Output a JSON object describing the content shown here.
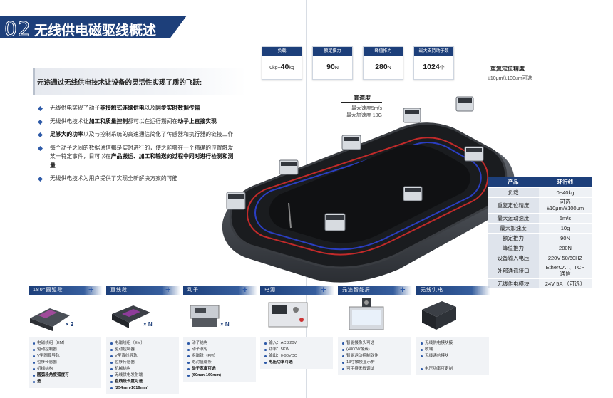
{
  "header": {
    "number": "02",
    "title": "无线供电磁驱线概述"
  },
  "intro": {
    "title": "元途通过无线供电技术让设备的灵活性实现了质的飞跃:",
    "bullets": [
      [
        {
          "t": "无线供电实现了动子"
        },
        {
          "t": "非接触式连续供电",
          "b": true
        },
        {
          "t": "以及"
        },
        {
          "t": "同步实时数据传输",
          "b": true
        }
      ],
      [
        {
          "t": "无线供电技术让"
        },
        {
          "t": "加工和质量控制",
          "b": true
        },
        {
          "t": "都可以在运行期间在"
        },
        {
          "t": "动子上直接实现",
          "b": true
        }
      ],
      [
        {
          "t": "足够大的功率",
          "b": true
        },
        {
          "t": "以及与控制系统的高速通信简化了传感器和执行器的链接工作"
        }
      ],
      [
        {
          "t": "每个动子之间的数据通信都是实时进行的，使之能够在一个精确的位置触发某一特定事件，目可以在"
        },
        {
          "t": "产品搬运、加工和输送的过程中同时进行检测和测量",
          "b": true
        }
      ],
      [
        {
          "t": "无线供电技术为用户提供了实现全新解决方案的可能"
        }
      ]
    ]
  },
  "cards": [
    {
      "label": "负载",
      "value": "0kg~",
      "value_b": "40",
      "unit": "kg"
    },
    {
      "label": "额定推力",
      "value": "",
      "value_b": "90",
      "unit": "N"
    },
    {
      "label": "峰值推力",
      "value": "",
      "value_b": "280",
      "unit": "N"
    },
    {
      "label": "最大支持动子数",
      "value": "",
      "value_b": "1024",
      "unit": "个"
    }
  ],
  "annotations": {
    "precision_title": "重复定位精度",
    "precision_value": "±10μm/±100um可选",
    "speed_title": "高速度",
    "speed_line1": "最大速度5m/s",
    "speed_line2": "最大加速度 10G"
  },
  "spec_table": {
    "head": [
      "产品",
      "环行线"
    ],
    "rows": [
      [
        "负载",
        "0~40kg"
      ],
      [
        "重复定位精度",
        "可选\n±10μm/±100μm"
      ],
      [
        "最大运动速度",
        "5m/s"
      ],
      [
        "最大加速度",
        "10g"
      ],
      [
        "额定推力",
        "90N"
      ],
      [
        "峰值推力",
        "280N"
      ],
      [
        "设备输入电压",
        "220V 50/60HZ"
      ],
      [
        "外部通讯接口",
        "EtherCAT、TCP\n通信"
      ],
      [
        "无线供电模块",
        "24V   5A （可选）"
      ]
    ]
  },
  "modules": [
    {
      "title": "180°圆弧段",
      "qty": "2",
      "items": [
        "电磁绕组（EM）",
        "驱动控制器",
        "V型圆弧导轨",
        "位移传感器",
        "机械结构"
      ],
      "strong": [
        "圆弧段角度弧度可",
        "选"
      ]
    },
    {
      "title": "直线段",
      "qty": "N",
      "items": [
        "电磁绕组（EM）",
        "驱动控制器",
        "V型直线导轨",
        "位移传感器",
        "机械结构",
        "无线供电发射端"
      ],
      "strong": [
        "直线段长度可选",
        "(254mm-1016mm)"
      ]
    },
    {
      "title": "动子",
      "qty": "N",
      "items": [
        "动子结构",
        "动子滚轮",
        "永磁铁（PM）",
        "绝对值磁条"
      ],
      "strong": [
        "动子宽度可选",
        "(60mm-160mm)"
      ]
    },
    {
      "title": "电源",
      "qty": "",
      "items": [
        "输入：AC 220V",
        "功率：5KW",
        "输出：0-90VDC"
      ],
      "strong": [
        "电压功率可选"
      ]
    },
    {
      "title": "元途智能屏",
      "qty": "",
      "items": [
        "智能摄像头可选",
        "(4800W像素)",
        "智能运动控制软件",
        "13寸触摸显示屏",
        "可手持无线调试"
      ],
      "strong": []
    },
    {
      "title": "无线供电",
      "qty": "",
      "items": [
        "无线供电模块接",
        "收端",
        "无线通信模块",
        "",
        "电压功率可定制"
      ],
      "strong": []
    }
  ]
}
